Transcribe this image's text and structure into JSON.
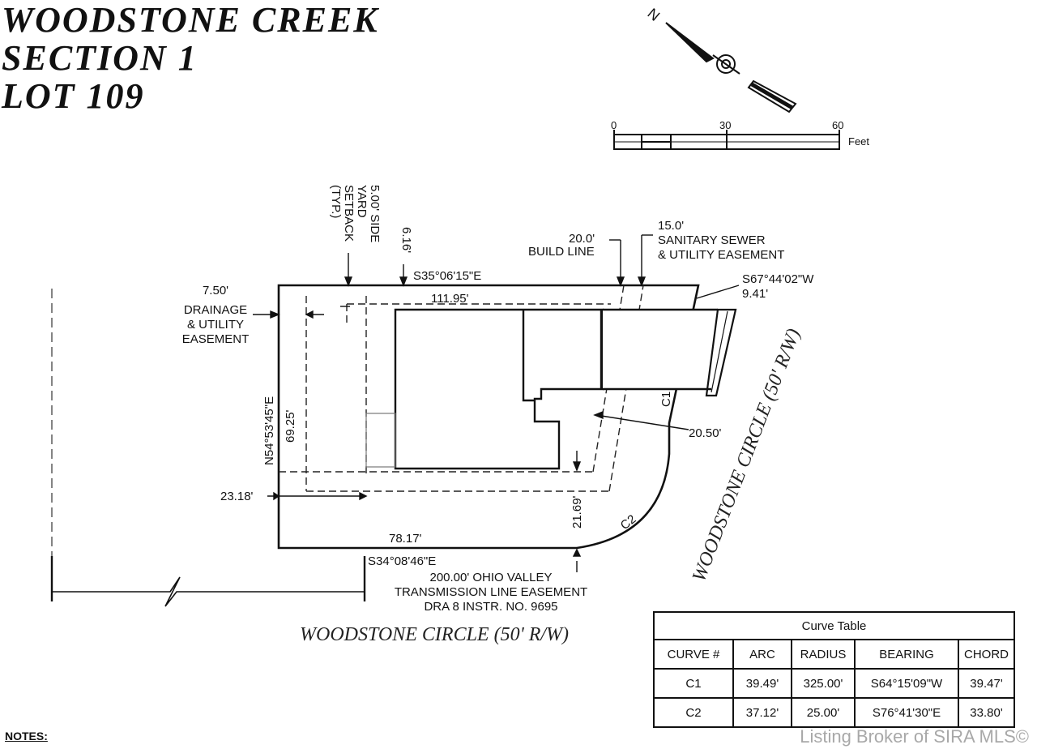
{
  "title": {
    "line1": "WOODSTONE CREEK",
    "line2": "SECTION 1",
    "line3": "LOT 109"
  },
  "north_arrow": {
    "label": "N"
  },
  "scale_bar": {
    "ticks": [
      "0",
      "30",
      "60"
    ],
    "unit": "Feet"
  },
  "labels": {
    "side_yard_setback": "5.00' SIDE YARD SETBACK (TYP.)",
    "side_distance": "6.16'",
    "build_line_distance": "20.0'",
    "build_line": "BUILD LINE",
    "sewer_distance": "15.0'",
    "sewer_line1": "SANITARY SEWER",
    "sewer_line2": "& UTILITY EASEMENT",
    "top_bearing": "S35°06'15\"E",
    "top_right_bearing": "S67°44'02\"W",
    "top_right_distance": "9.41'",
    "drainage_distance": "7.50'",
    "drainage_line1": "DRAINAGE",
    "drainage_line2": "& UTILITY",
    "drainage_line3": "EASEMENT",
    "house_width": "111.95'",
    "left_bearing": "N54°53'45\"E",
    "left_depth": "69.25'",
    "curve_c1": "C1",
    "front_setback": "20.50'",
    "left_offset": "23.18'",
    "rear_offset": "21.69'",
    "curve_c2": "C2",
    "bottom_distance": "78.17'",
    "bottom_bearing": "S34°08'46\"E",
    "ohio_line1": "200.00' OHIO VALLEY",
    "ohio_line2": "TRANSMISSION LINE EASEMENT",
    "ohio_line3": "DRA 8 INSTR. NO. 9695",
    "road_bottom": "WOODSTONE CIRCLE  (50' R/W)",
    "road_right": "WOODSTONE CIRCLE  (50' R/W)",
    "notes": "NOTES:"
  },
  "curve_table": {
    "title": "Curve Table",
    "headers": [
      "CURVE #",
      "ARC",
      "RADIUS",
      "BEARING",
      "CHORD"
    ],
    "rows": [
      [
        "C1",
        "39.49'",
        "325.00'",
        "S64°15'09\"W",
        "39.47'"
      ],
      [
        "C2",
        "37.12'",
        "25.00'",
        "S76°41'30\"E",
        "33.80'"
      ]
    ]
  },
  "watermark": "Listing Broker of SIRA MLS©"
}
